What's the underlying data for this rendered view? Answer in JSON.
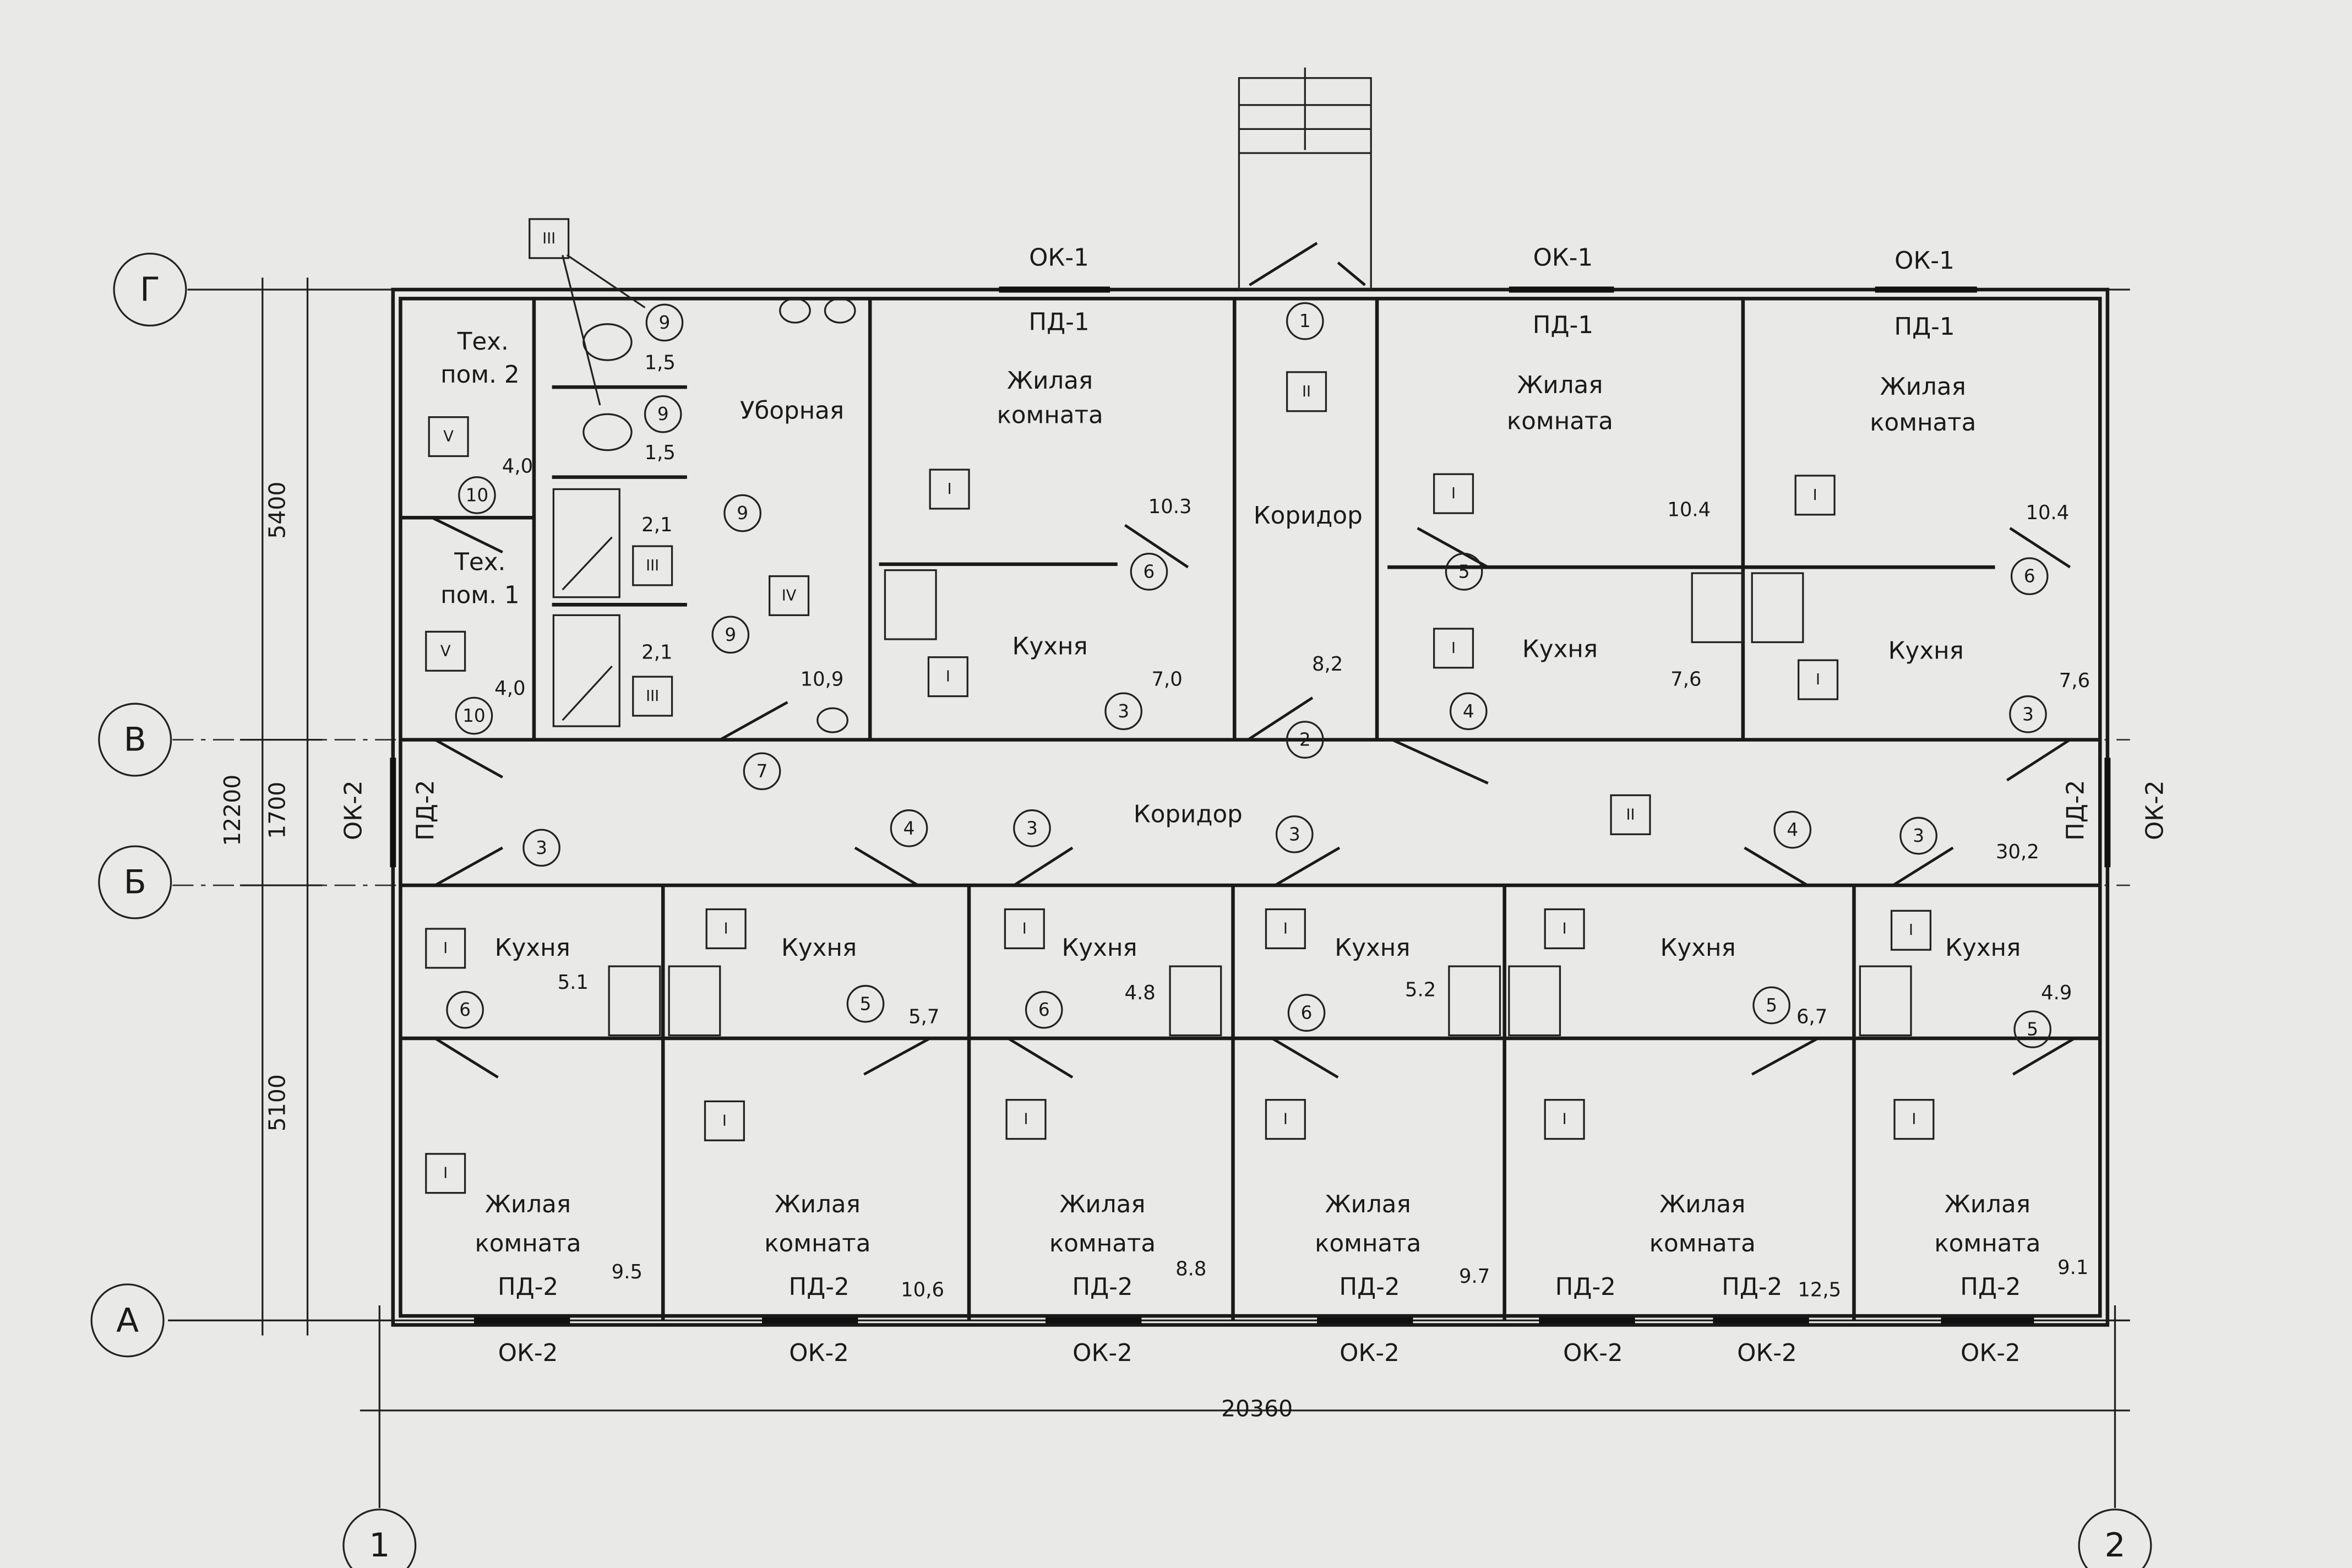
{
  "title": "Floor plan",
  "axes": {
    "rows": [
      "Г",
      "В",
      "Б",
      "А"
    ],
    "cols": [
      "1",
      "2"
    ]
  },
  "dimensions": {
    "d5400": "5400",
    "d1700": "1700",
    "d12200": "12200",
    "d5100": "5100",
    "d20360": "20360"
  },
  "openings": {
    "top_windows": [
      "ОК-1",
      "ОК-1",
      "ОК-1"
    ],
    "top_doors": [
      "ПД-1",
      "ПД-1",
      "ПД-1"
    ],
    "side": [
      "ОК-2",
      "ПД-2",
      "ПД-2",
      "ОК-2"
    ],
    "bottom_doors": [
      "ПД-2",
      "ПД-2",
      "ПД-2",
      "ПД-2",
      "ПД-2",
      "ПД-2",
      "ПД-2"
    ],
    "bottom_windows": [
      "ОК-2",
      "ОК-2",
      "ОК-2",
      "ОК-2",
      "ОК-2",
      "ОК-2",
      "ОК-2"
    ]
  },
  "rooms": [
    "Тех.",
    "пом. 2",
    "Тех.",
    "пом. 1",
    "Уборная",
    "Жилая",
    "комната",
    "Коридор",
    "Кухня",
    "Жилая",
    "комната",
    "Кухня",
    "Жилая",
    "комната",
    "Кухня",
    "Коридор",
    "Кухня",
    "Кухня",
    "Кухня",
    "Кухня",
    "Кухня",
    "Кухня",
    "Жилая",
    "комната",
    "Жилая",
    "комната",
    "Жилая",
    "комната",
    "Жилая",
    "комната",
    "Жилая",
    "комната",
    "Жилая",
    "комната"
  ],
  "areas": [
    "4,0",
    "4,0",
    "1,5",
    "1,5",
    "2,1",
    "2,1",
    "10,9",
    "10.3",
    "7,0",
    "8,2",
    "10.4",
    "7,6",
    "10.4",
    "7,6",
    "30,2",
    "5.1",
    "5,7",
    "4.8",
    "5.2",
    "6,7",
    "4.9",
    "9.5",
    "10,6",
    "8.8",
    "9.7",
    "12,5",
    "9.1"
  ],
  "door_marks": [
    "9",
    "9",
    "9",
    "9",
    "10",
    "10",
    "1",
    "6",
    "3",
    "2",
    "7",
    "5",
    "4",
    "6",
    "3",
    "3",
    "4",
    "3",
    "3",
    "4",
    "3",
    "6",
    "5",
    "6",
    "6",
    "5",
    "5"
  ],
  "finish_marks": [
    "III",
    "V",
    "V",
    "III",
    "III",
    "IV",
    "I",
    "I",
    "II",
    "I",
    "I",
    "I",
    "I",
    "II",
    "I",
    "I",
    "I",
    "I",
    "I",
    "I",
    "I",
    "I",
    "I",
    "I",
    "I",
    "I"
  ]
}
